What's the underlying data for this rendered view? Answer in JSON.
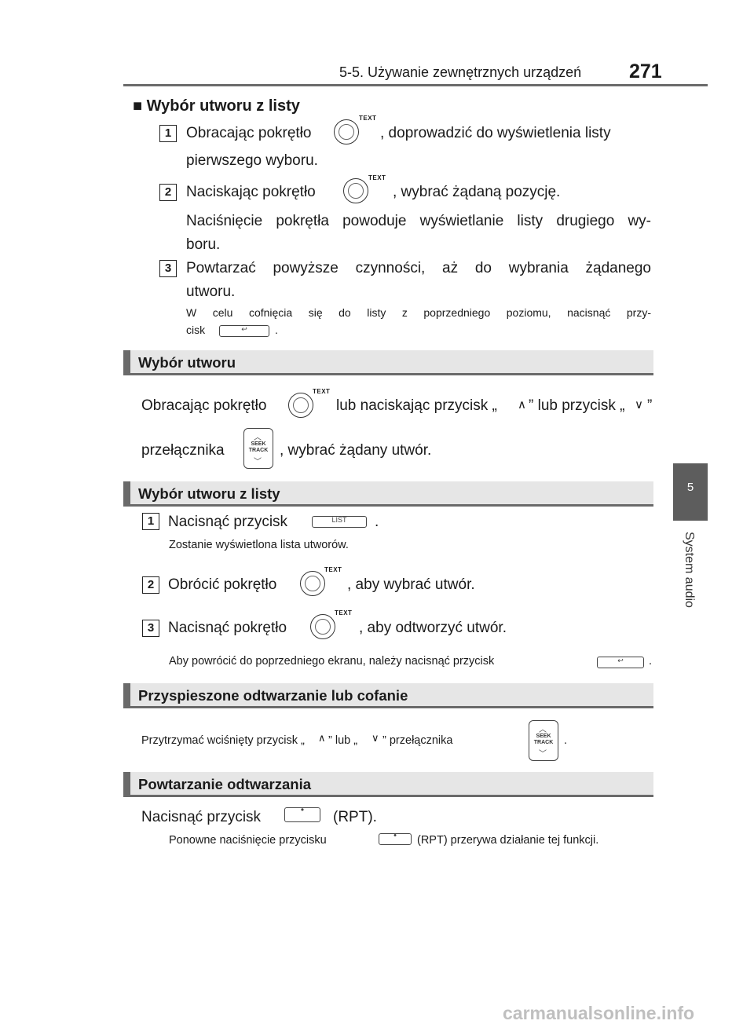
{
  "header": {
    "title": "5-5. Używanie zewnętrznych urządzeń",
    "page_number": "271"
  },
  "side_tab": {
    "number": "5",
    "label": "System audio"
  },
  "icons": {
    "knob_text": "TEXT",
    "list_label": "LIST",
    "seek_text_1": "SEEK",
    "seek_text_2": "TRACK"
  },
  "sec0": {
    "bullet": "■",
    "title": "Wybór utworu z listy",
    "s1_num": "1",
    "s1_a": "Obracając pokrętło",
    "s1_b": ", doprowadzić do wyświetlenia listy",
    "s1_c": "pierwszego wyboru.",
    "s2_num": "2",
    "s2_a": "Naciskając pokrętło",
    "s2_b": ", wybrać żądaną pozycję.",
    "s2_c1": "Naciśnięcie pokrętła powoduje wyświetlanie listy drugiego wy-",
    "s2_c2": "boru.",
    "s3_num": "3",
    "s3_a": "Powtarzać powyższe czynności, aż do wybrania żądanego",
    "s3_b": "utworu.",
    "note_a": "W celu cofnięcia się do listy z poprzedniego poziomu, nacisnąć przy-",
    "note_b": "cisk",
    "note_c": "."
  },
  "sec1": {
    "title": "Wybór utworu",
    "line1_a": "Obracając pokrętło",
    "line1_b": "lub naciskając przycisk „",
    "line1_c": "” lub przycisk „",
    "line1_d": "”",
    "line2_a": "przełącznika",
    "line2_b": ", wybrać żądany utwór."
  },
  "sec2": {
    "title": "Wybór utworu z listy",
    "s1_num": "1",
    "s1_a": "Nacisnąć przycisk",
    "s1_b": ".",
    "s1_note": "Zostanie wyświetlona lista utworów.",
    "s2_num": "2",
    "s2_a": "Obrócić pokrętło",
    "s2_b": ", aby wybrać utwór.",
    "s3_num": "3",
    "s3_a": "Nacisnąć pokrętło",
    "s3_b": ", aby odtworzyć utwór.",
    "note_a": "Aby powrócić do poprzedniego ekranu, należy nacisnąć przycisk",
    "note_b": "."
  },
  "sec3": {
    "title": "Przyspieszone odtwarzanie lub cofanie",
    "text_a": "Przytrzymać wciśnięty przycisk „",
    "text_b": "” lub „",
    "text_c": "” przełącznika",
    "text_d": "."
  },
  "sec4": {
    "title": "Powtarzanie odtwarzania",
    "line_a": "Nacisnąć przycisk",
    "line_b": "(RPT).",
    "note_a": "Ponowne naciśnięcie przycisku",
    "note_b": "(RPT) przerywa działanie tej funkcji."
  },
  "watermark": "carmanualsonline.info"
}
